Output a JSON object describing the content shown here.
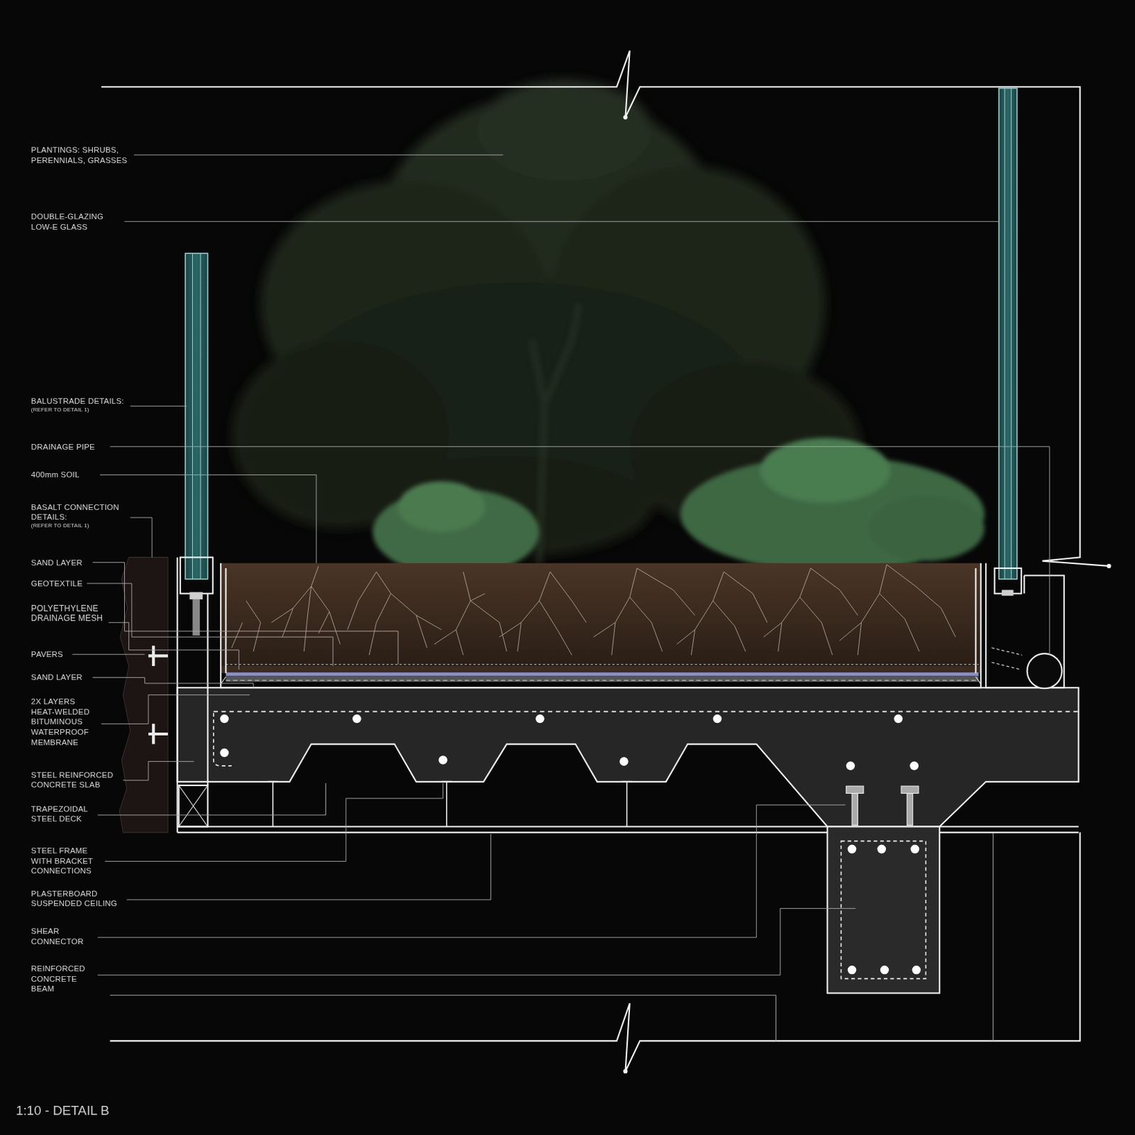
{
  "diagram": {
    "title": "1:10 - DETAIL B",
    "labels": [
      "PLANTINGS: SHRUBS, PERENNIALS, GRASSES",
      "DOUBLE-GLAZING LOW-E GLASS",
      "BALUSTRADE DETAILS:",
      "(REFER TO DETAIL 1)",
      "DRAINAGE PIPE",
      "400mm SOIL",
      "BASALT CONNECTION DETAILS:",
      "(REFER TO DETAIL 1)",
      "SAND LAYER",
      "GEOTEXTILE",
      "POLYETHYLENE DRAINAGE MESH",
      "PAVERS",
      "SAND LAYER",
      "2X LAYERS HEAT-WELDED BITUMINOUS WATERPROOF MEMBRANE",
      "STEEL REINFORCED CONCRETE SLAB",
      "TRAPEZOIDAL STEEL DECK",
      "STEEL FRAME WITH BRACKET CONNECTIONS",
      "PLASTERBOARD SUSPENDED CEILING",
      "SHEAR CONNECTOR",
      "REINFORCED CONCRETE BEAM"
    ]
  }
}
